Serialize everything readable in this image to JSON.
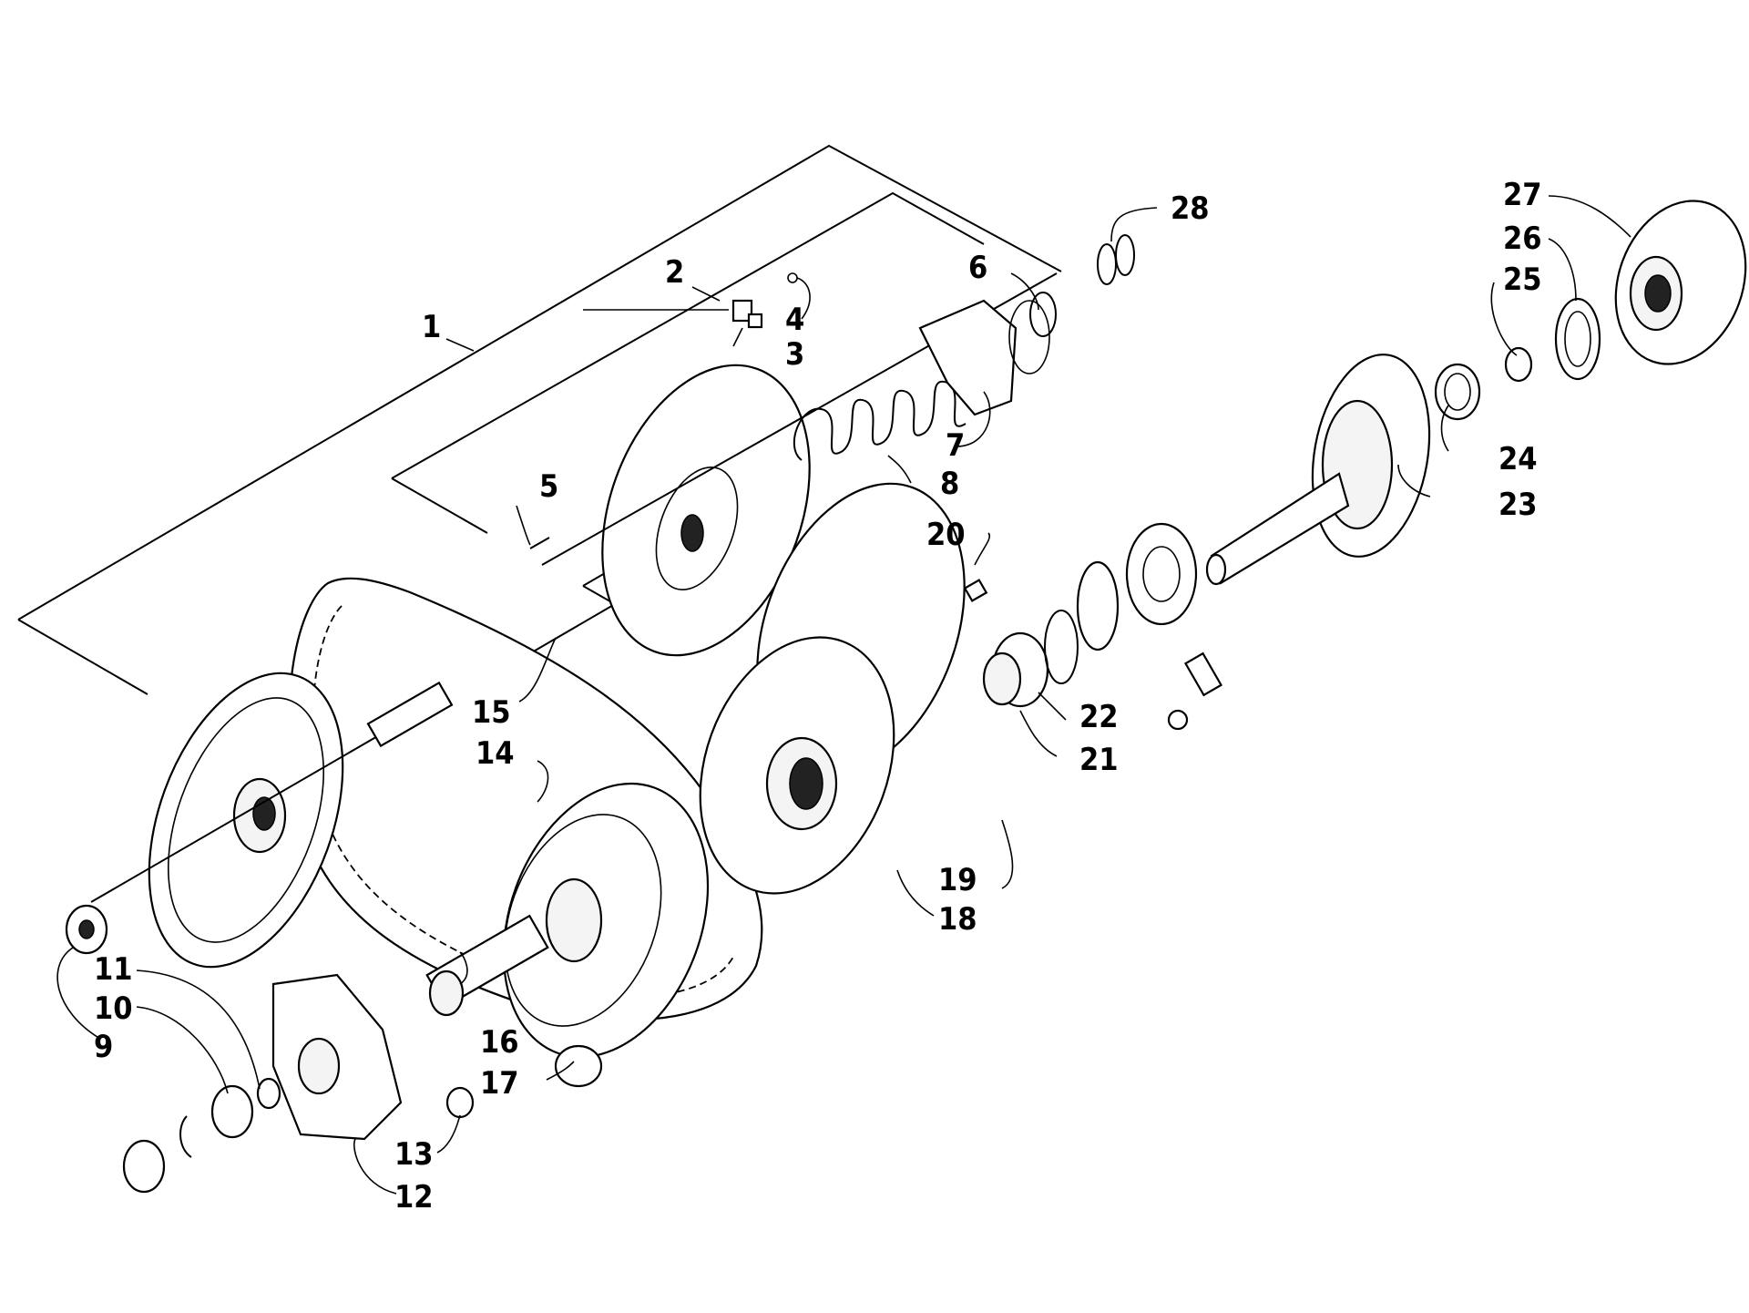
{
  "labels": [
    "1",
    "2",
    "3",
    "4",
    "5",
    "6",
    "7",
    "8",
    "9",
    "10",
    "11",
    "12",
    "13",
    "14",
    "15",
    "16",
    "17",
    "18",
    "19",
    "20",
    "21",
    "22",
    "23",
    "24",
    "25",
    "26",
    "27",
    "28"
  ]
}
